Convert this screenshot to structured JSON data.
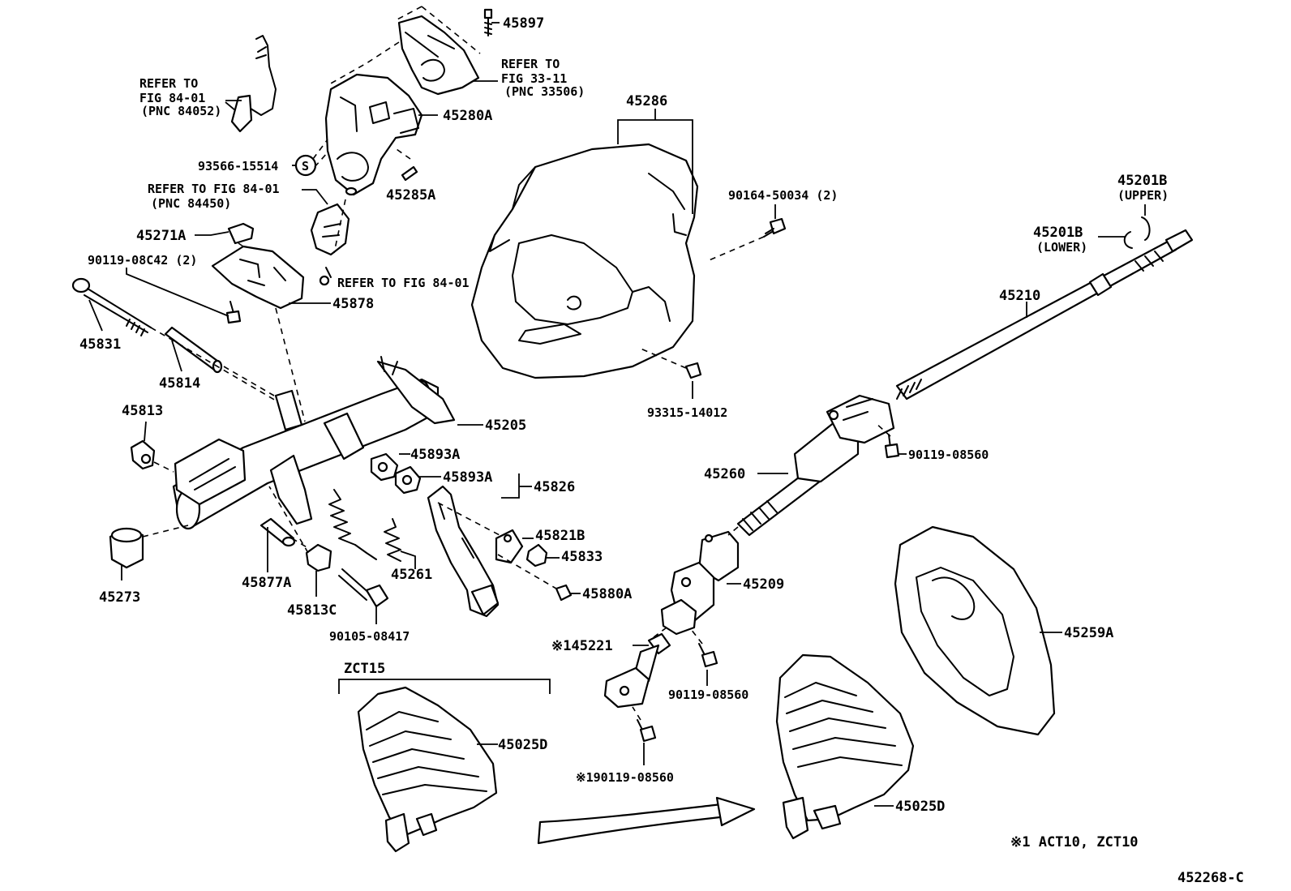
{
  "labels": {
    "p45897": "45897",
    "refer_33_11_a": "REFER TO",
    "refer_33_11_b": "FIG 33-11",
    "refer_33_11_c": "(PNC 33506)",
    "refer_84_01a_a": "REFER TO",
    "refer_84_01a_b": "FIG 84-01",
    "refer_84_01a_c": "(PNC 84052)",
    "p45280A": "45280A",
    "p93566_15514": "93566-15514",
    "s_mark": "S",
    "p45285A": "45285A",
    "refer_84_01b_a": "REFER TO FIG 84-01",
    "refer_84_01b_b": "(PNC 84450)",
    "p45271A": "45271A",
    "p90119_08C42": "90119-08C42 (2)",
    "refer_84_01c": "REFER TO FIG 84-01",
    "p45878": "45878",
    "p45831": "45831",
    "p45814": "45814",
    "p45813": "45813",
    "p45205": "45205",
    "p45893A_1": "45893A",
    "p45893A_2": "45893A",
    "p45826": "45826",
    "p45821B": "45821B",
    "p45833": "45833",
    "p45880A": "45880A",
    "p45273": "45273",
    "p45877A": "45877A",
    "p45261": "45261",
    "p45813C": "45813C",
    "p90105_08417": "90105-08417",
    "p45286": "45286",
    "p90164_50034": "90164-50034 (2)",
    "p93315_14012": "93315-14012",
    "p45201B_u": "45201B",
    "upper": "(UPPER)",
    "p45201B_l": "45201B",
    "lower": "(LOWER)",
    "p45210": "45210",
    "p90119_08560_a": "90119-08560",
    "p45260": "45260",
    "p45209": "45209",
    "p45221": "※145221",
    "p90119_08560_b": "90119-08560",
    "p90119_08560_c": "※190119-08560",
    "zct15": "ZCT15",
    "p45025D_1": "45025D",
    "p45025D_2": "45025D",
    "p45259A": "45259A",
    "footnote": "※1 ACT10, ZCT10",
    "figure_code": "452268-C"
  },
  "icons": [
    "steering-column-part-icons",
    "arrow-icon"
  ]
}
